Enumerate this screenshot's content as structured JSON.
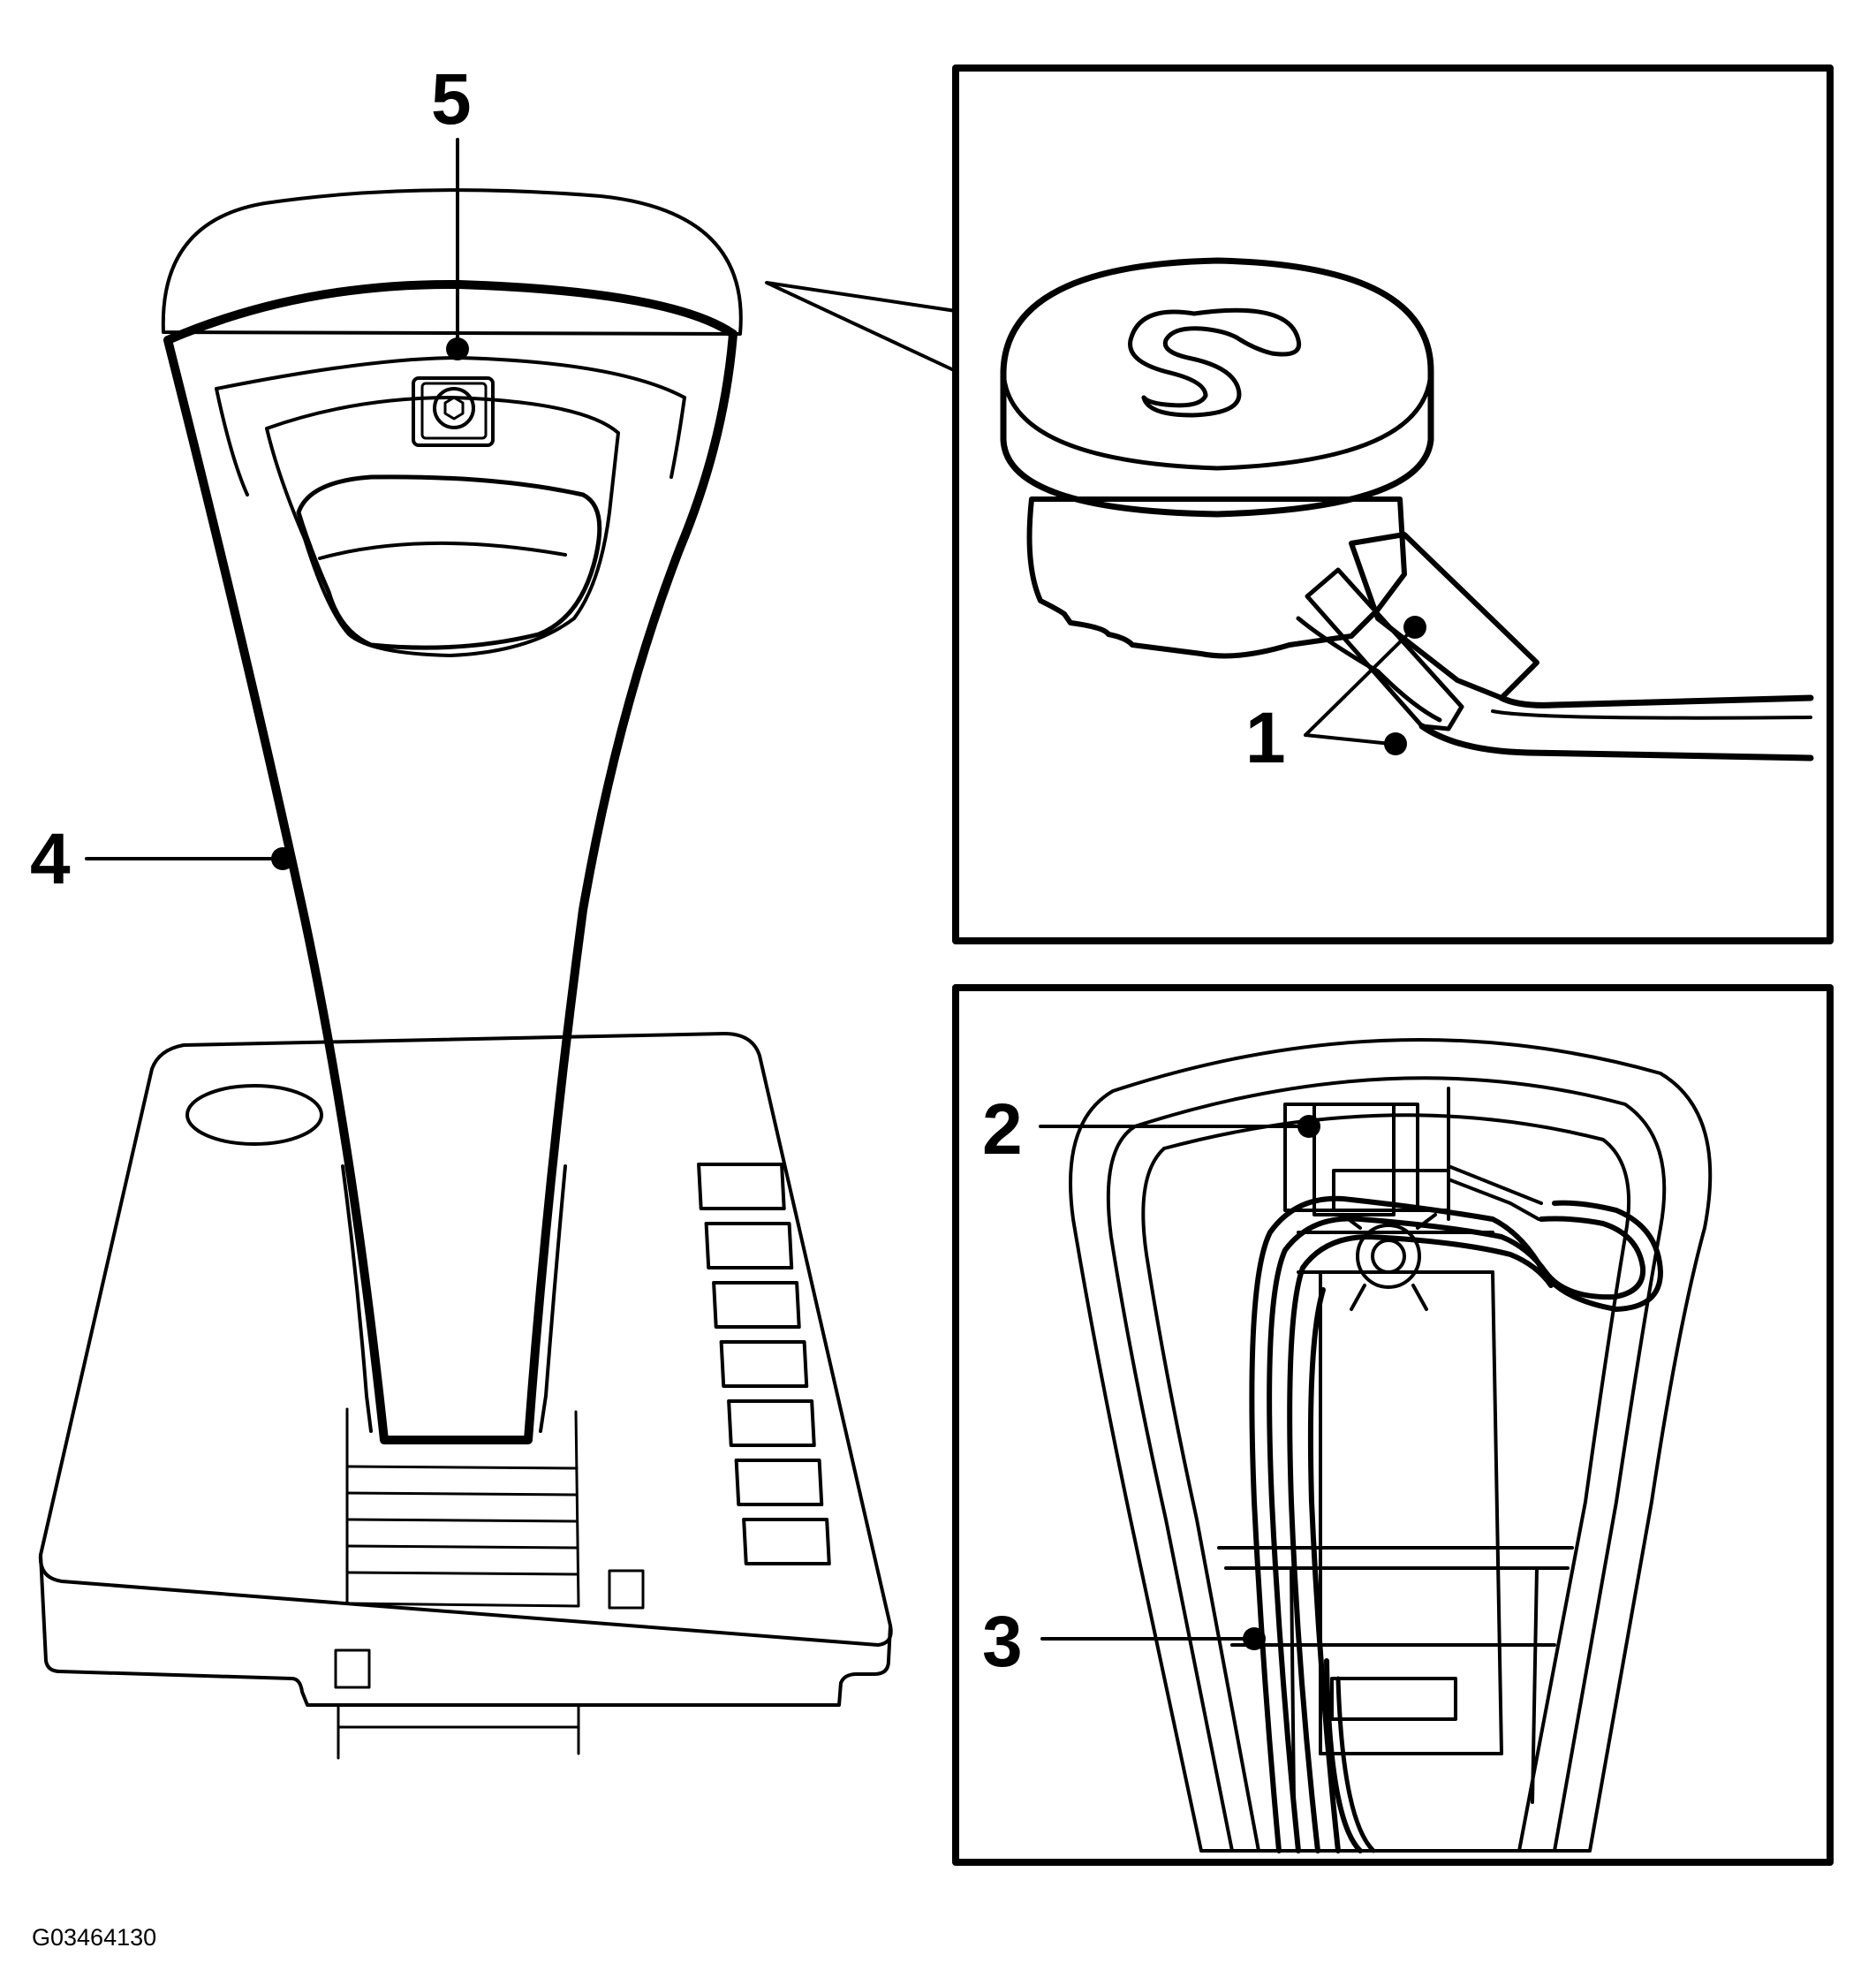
{
  "callouts": {
    "c1": "1",
    "c2": "2",
    "c3": "3",
    "c4": "4",
    "c5": "5"
  },
  "figure_id": "G03464130",
  "symbols": {
    "button_glyph": "S"
  },
  "colors": {
    "ink": "#000000",
    "paper": "#ffffff",
    "fill": "#ffffff"
  }
}
